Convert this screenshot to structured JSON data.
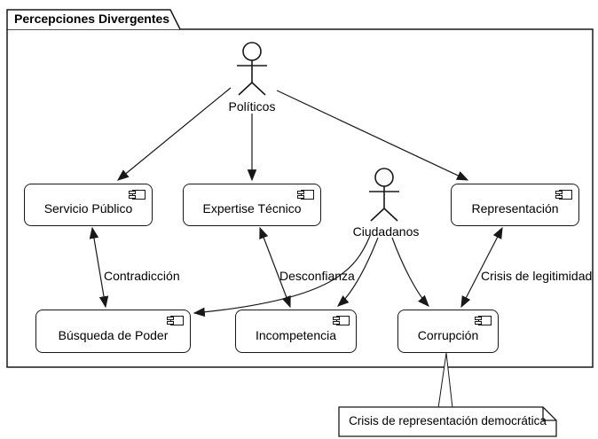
{
  "diagram": {
    "type": "uml-component-diagram",
    "package_title": "Percepciones Divergentes",
    "actors": [
      {
        "name": "Políticos"
      },
      {
        "name": "Ciudadanos"
      }
    ],
    "components": [
      {
        "label": "Servicio Público"
      },
      {
        "label": "Expertise Técnico"
      },
      {
        "label": "Representación"
      },
      {
        "label": "Búsqueda de Poder"
      },
      {
        "label": "Incompetencia"
      },
      {
        "label": "Corrupción"
      }
    ],
    "edge_labels": {
      "contradiccion": "Contradicción",
      "desconfianza": "Desconfianza",
      "crisis_legitimidad": "Crisis de legitimidad"
    },
    "relations": [
      {
        "from": "Políticos",
        "to": "Servicio Público",
        "style": "arrow"
      },
      {
        "from": "Políticos",
        "to": "Expertise Técnico",
        "style": "arrow"
      },
      {
        "from": "Políticos",
        "to": "Representación",
        "style": "arrow"
      },
      {
        "from": "Ciudadanos",
        "to": "Búsqueda de Poder",
        "style": "arrow"
      },
      {
        "from": "Ciudadanos",
        "to": "Incompetencia",
        "style": "arrow"
      },
      {
        "from": "Ciudadanos",
        "to": "Corrupción",
        "style": "arrow"
      },
      {
        "from": "Servicio Público",
        "to": "Búsqueda de Poder",
        "style": "double-arrow",
        "label": "Contradicción"
      },
      {
        "from": "Expertise Técnico",
        "to": "Incompetencia",
        "style": "double-arrow",
        "label": "Desconfianza"
      },
      {
        "from": "Representación",
        "to": "Corrupción",
        "style": "double-arrow",
        "label": "Crisis de legitimidad"
      }
    ],
    "note": {
      "text": "Crisis de representación democrática",
      "attached_to": "Corrupción"
    },
    "colors": {
      "line": "#181818",
      "text": "#000000",
      "background": "#ffffff",
      "shape_fill": "#ffffff"
    }
  }
}
